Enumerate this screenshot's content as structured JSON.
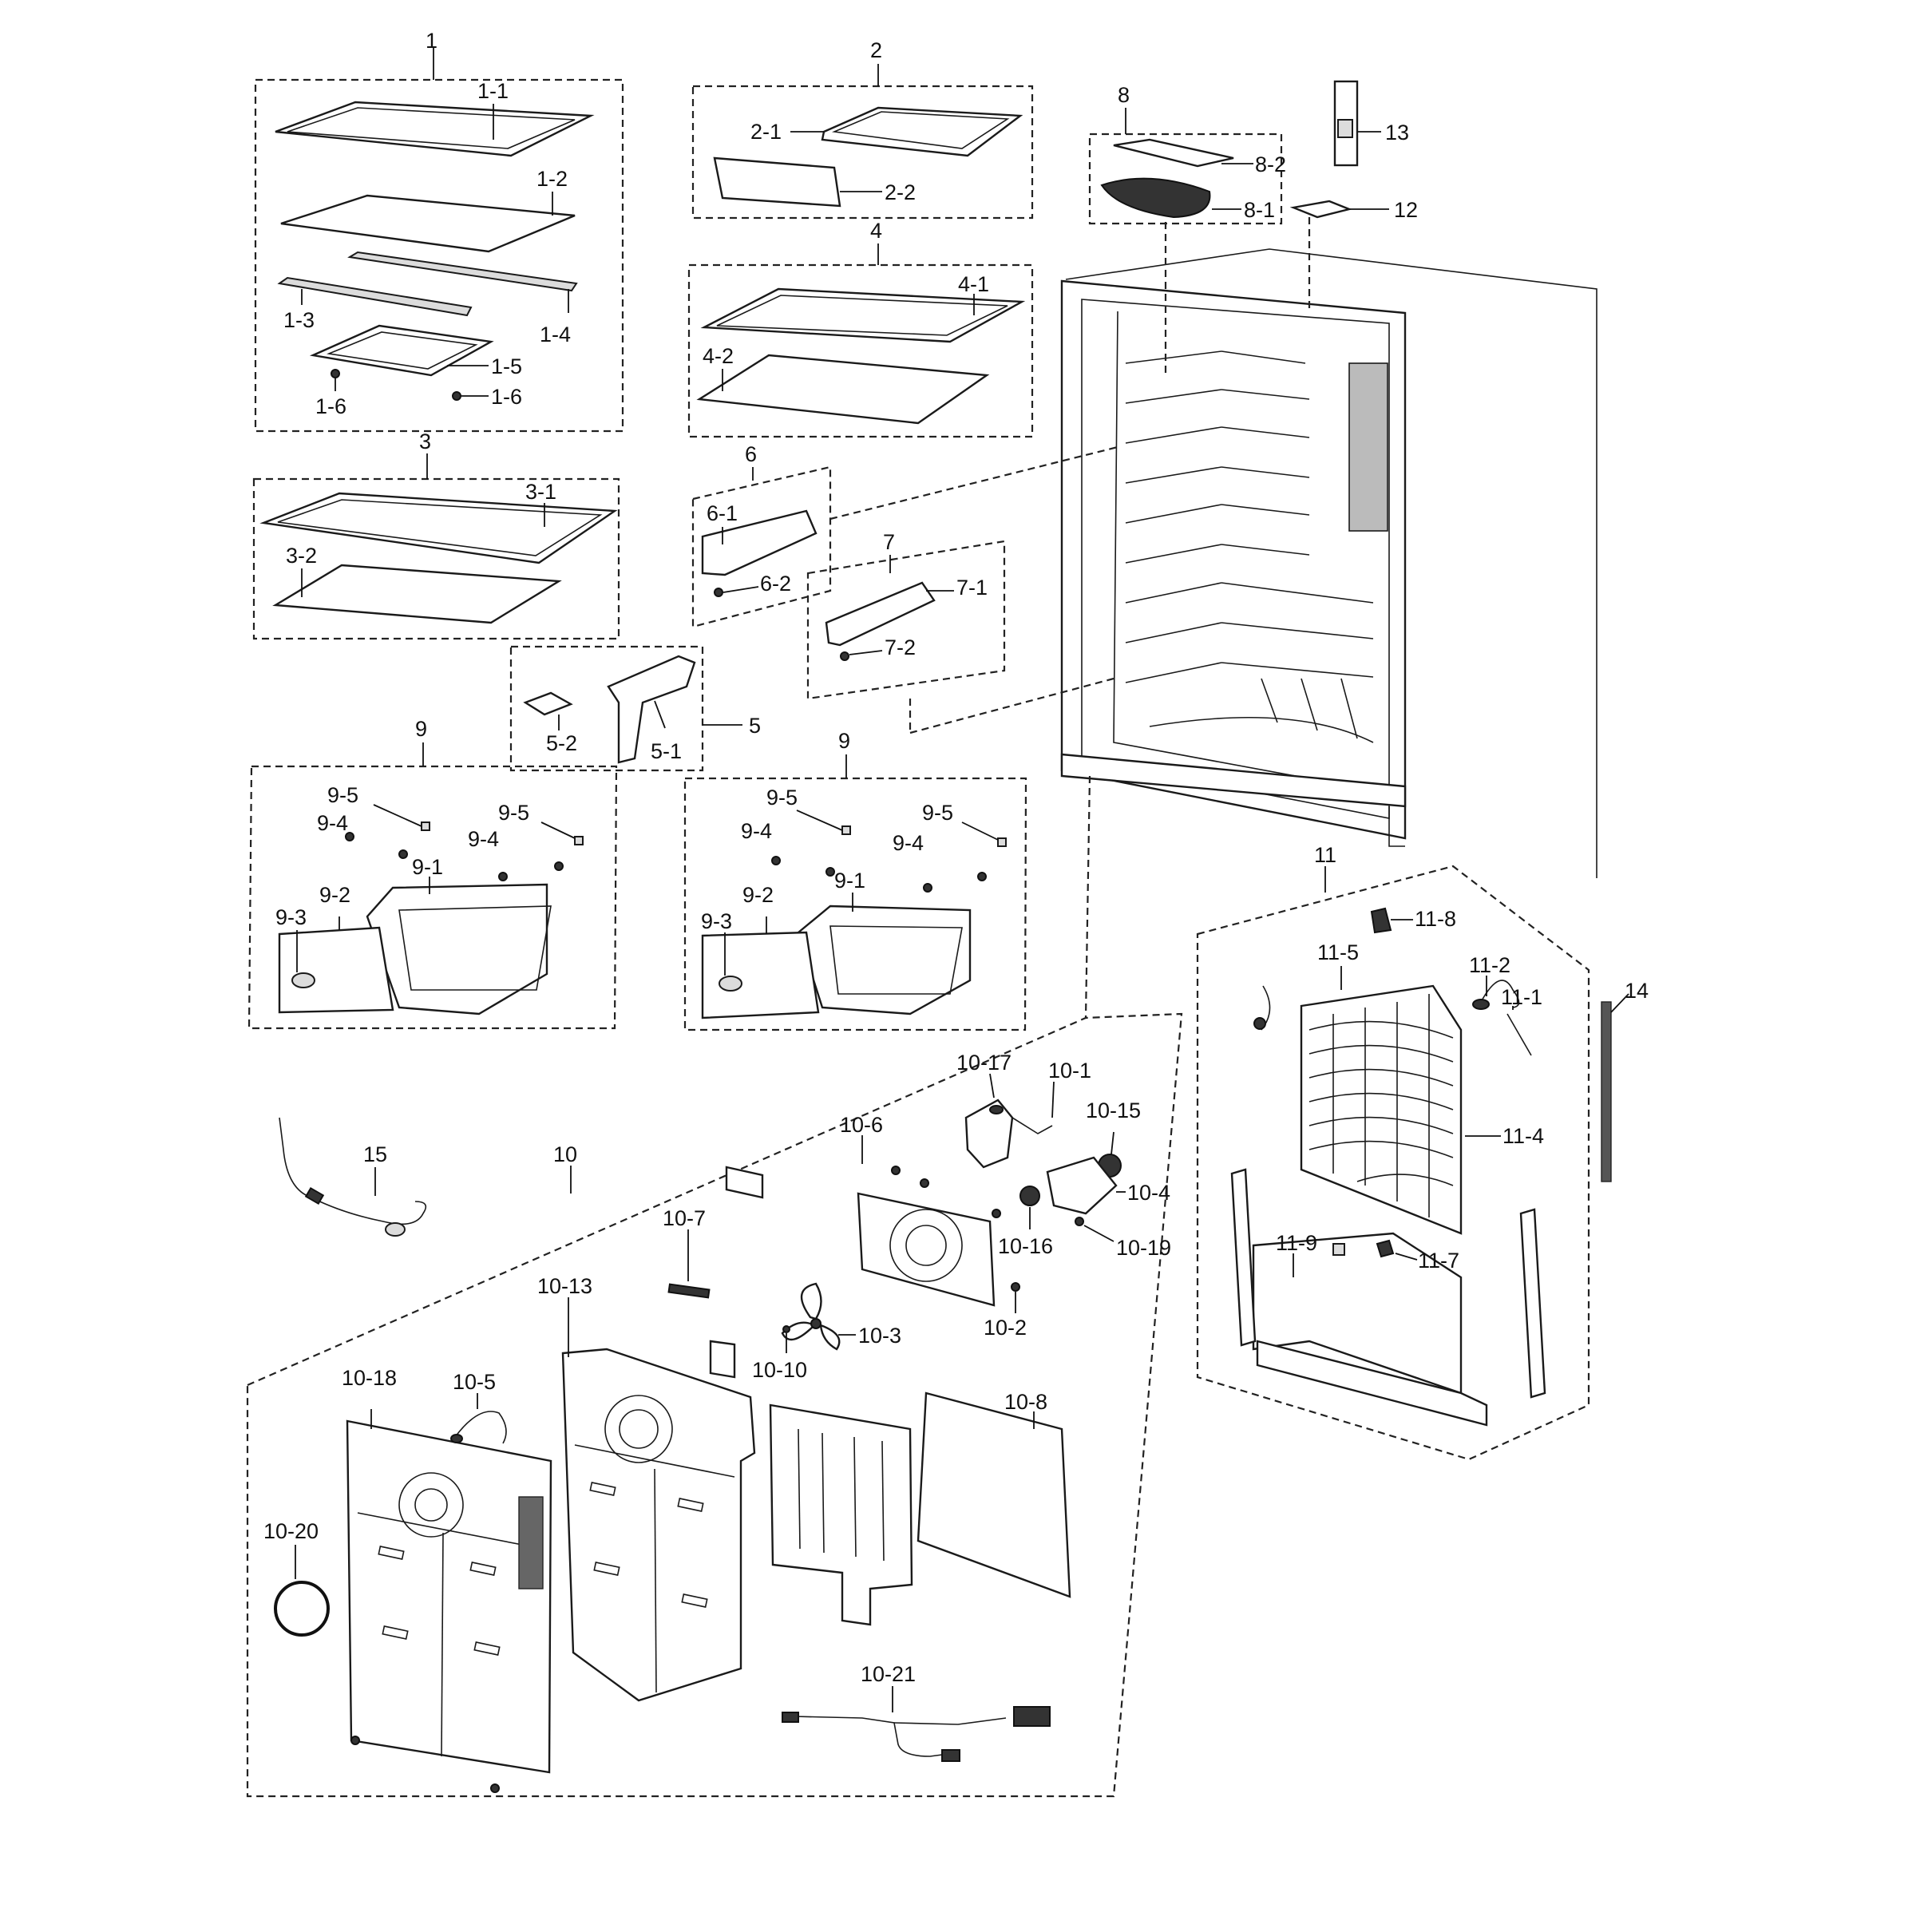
{
  "callouts": {
    "c1": "1",
    "c1_1": "1-1",
    "c1_2": "1-2",
    "c1_3": "1-3",
    "c1_4": "1-4",
    "c1_5": "1-5",
    "c1_6a": "1-6",
    "c1_6b": "1-6",
    "c2": "2",
    "c2_1": "2-1",
    "c2_2": "2-2",
    "c3": "3",
    "c3_1": "3-1",
    "c3_2": "3-2",
    "c4": "4",
    "c4_1": "4-1",
    "c4_2": "4-2",
    "c5": "5",
    "c5_1": "5-1",
    "c5_2": "5-2",
    "c6": "6",
    "c6_1": "6-1",
    "c6_2": "6-2",
    "c7": "7",
    "c7_1": "7-1",
    "c7_2": "7-2",
    "c8": "8",
    "c8_1": "8-1",
    "c8_2": "8-2",
    "c9a": "9",
    "c9_1a": "9-1",
    "c9_2a": "9-2",
    "c9_3a": "9-3",
    "c9_4a1": "9-4",
    "c9_4a2": "9-4",
    "c9_5a1": "9-5",
    "c9_5a2": "9-5",
    "c9b": "9",
    "c9_1b": "9-1",
    "c9_2b": "9-2",
    "c9_3b": "9-3",
    "c9_4b1": "9-4",
    "c9_4b2": "9-4",
    "c9_5b1": "9-5",
    "c9_5b2": "9-5",
    "c10": "10",
    "c10_1": "10-1",
    "c10_2": "10-2",
    "c10_3": "10-3",
    "c10_4": "10-4",
    "c10_5": "10-5",
    "c10_6": "10-6",
    "c10_7": "10-7",
    "c10_8": "10-8",
    "c10_10": "10-10",
    "c10_13": "10-13",
    "c10_15": "10-15",
    "c10_16": "10-16",
    "c10_17": "10-17",
    "c10_18": "10-18",
    "c10_19": "10-19",
    "c10_20": "10-20",
    "c10_21": "10-21",
    "c11": "11",
    "c11_1": "11-1",
    "c11_2": "11-2",
    "c11_4": "11-4",
    "c11_5": "11-5",
    "c11_7": "11-7",
    "c11_8": "11-8",
    "c11_9": "11-9",
    "c12": "12",
    "c13": "13",
    "c14": "14",
    "c15": "15"
  }
}
